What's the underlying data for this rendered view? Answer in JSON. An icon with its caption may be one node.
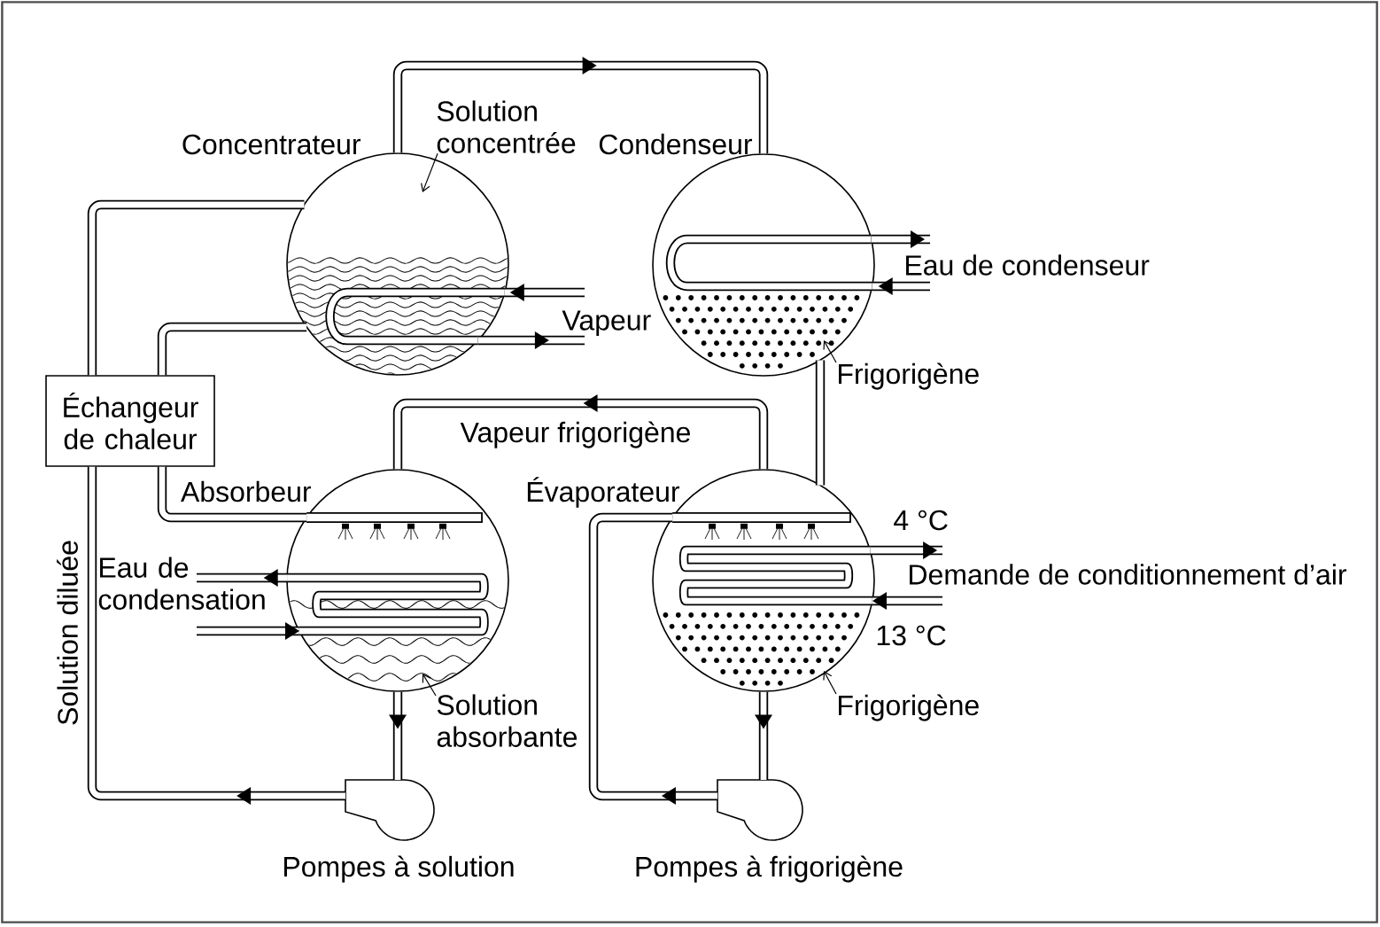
{
  "diagram": {
    "nodes": [
      {
        "text": [
          "Solution concentrée"
        ]
      },
      {
        "text": [
          "Concentrateur"
        ]
      },
      {
        "text": [
          "Condenseur"
        ]
      },
      {
        "text": [
          "Eau de condenseur"
        ]
      },
      {
        "text": [
          "Vapeur"
        ]
      },
      {
        "text": [
          "Frigorigène"
        ]
      },
      {
        "text": [
          "Échangeur de chaleur"
        ]
      },
      {
        "text": [
          "Absorbeur"
        ]
      },
      {
        "text": [
          "Évaporateur"
        ]
      },
      {
        "text": [
          "Eau de condensation"
        ]
      },
      {
        "text": [
          "Demande de conditionnement d’air"
        ]
      },
      {
        "text": [
          "Solution absorbante"
        ]
      },
      {
        "text": [
          "Frigorigène"
        ]
      },
      {
        "text": [
          "Pompes à solution"
        ]
      },
      {
        "text": [
          "Pompes à frigorigène"
        ]
      }
    ],
    "edges": [
      {
        "from": 1,
        "to": 2,
        "arrow": "to"
      },
      {
        "from": 2,
        "to": 8,
        "arrow": "none"
      },
      {
        "from": 8,
        "to": 7,
        "arrow": "to",
        "label": "Vapeur frigorigène"
      },
      {
        "from": 7,
        "to": 13,
        "arrow": "to"
      },
      {
        "from": 13,
        "to": 6,
        "arrow": "to",
        "label": "Solution diluée"
      },
      {
        "from": 6,
        "to": 1,
        "arrow": "none"
      },
      {
        "from": 1,
        "to": 6,
        "arrow": "none"
      },
      {
        "from": 6,
        "to": 7,
        "arrow": "none"
      },
      {
        "from": 8,
        "to": 14,
        "arrow": "to"
      },
      {
        "from": 14,
        "to": 8,
        "arrow": "to"
      },
      {
        "from": 4,
        "to": 1,
        "arrow": "to"
      },
      {
        "from": 1,
        "to": 4,
        "arrow": "to"
      },
      {
        "from": 2,
        "to": 3,
        "arrow": "to"
      },
      {
        "from": 3,
        "to": 2,
        "arrow": "to"
      },
      {
        "from": 7,
        "to": 9,
        "arrow": "to"
      },
      {
        "from": 9,
        "to": 7,
        "arrow": "to"
      },
      {
        "from": 8,
        "to": 10,
        "arrow": "to",
        "label": "4 °C"
      },
      {
        "from": 10,
        "to": 8,
        "arrow": "to",
        "label": "13 °C"
      },
      {
        "from": 0,
        "to": 1,
        "arrow": "to"
      },
      {
        "from": 5,
        "to": 2,
        "arrow": "to"
      },
      {
        "from": 11,
        "to": 7,
        "arrow": "to"
      },
      {
        "from": 12,
        "to": 8,
        "arrow": "to"
      }
    ]
  }
}
